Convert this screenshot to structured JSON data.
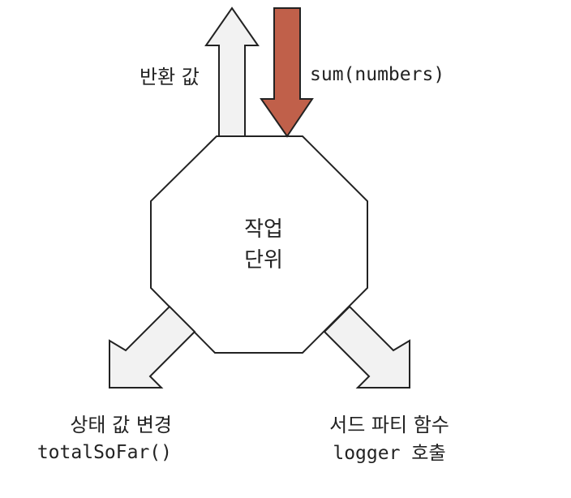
{
  "diagram": {
    "center": {
      "line1": "작업",
      "line2": "단위"
    },
    "return_label": "반환 값",
    "input_label": "sum(numbers)",
    "state_change": {
      "line1": "상태 값 변경",
      "line2": "totalSoFar()"
    },
    "side_effect": {
      "line1": "서드 파티 함수",
      "line2": "logger 호출"
    },
    "colors": {
      "input_arrow": "#c0604a",
      "output_arrow": "#f2f2f2",
      "stroke": "#222222"
    }
  }
}
